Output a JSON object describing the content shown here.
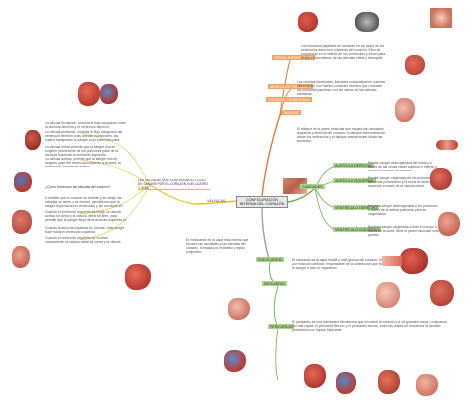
{
  "central": {
    "title": "CONFIGURACIÓN INTERNA DEL CORAZÓN"
  },
  "left_branch": {
    "node": "VÁLVULAS",
    "sub_node": "LAS VÁLVULAS QUE CONTROLAN EL FLUJO DE SANGRE POR EL CORAZÓN SON CUATRO Y SON:",
    "paragraphs": [
      "La válvula tricúspide: controla el flujo sanguíneo entre la aurícula derecha y el ventrículo derecho.",
      "La válvula pulmonar: controla el flujo sanguíneo del ventrículo derecho a las arterias pulmonares, las cuales transportan la sangre a los pulmones para oxigenarla.",
      "La válvula mitral: permite que la sangre rica en oxígeno proveniente de los pulmones pase de la aurícula izquierda al ventrículo izquierdo.",
      "La válvula aórtica: permite que la sangre rica en oxígeno pase del ventrículo izquierdo a la aorta, la arteria más grande del cuerpo.",
      "¿Cómo funcionan las válvulas del corazón?",
      "A medida que el corazón se contrae y se relaja, las válvulas se abren y se cierran, permitiendo que la sangre fluya hacia los ventrículos y las aurículas en momentos alternos.",
      "Cuando el ventrículo izquierdo se relaja, la válvula aórtica se cierra y la válvula mitral se abre, para permitir que la sangre fluya de la aurícula izquierda al ventrículo izquierdo.",
      "Cuando la aurícula izquierda se contrae, más sangre fluye hacia el ventrículo izquierdo.",
      "Cuando el ventrículo izquierdo se contrae nuevamente, la válvula mitral se cierra y la válvula aórtica se abre, de manera que la sangre fluya hacia la aorta."
    ]
  },
  "top_branch": {
    "nodes": [
      "MUSCULOS PAPILARES",
      "CUERDAS TENDINOSAS",
      "TABIQUE"
    ],
    "header": "OTROS IMPORTANTES",
    "paragraphs": [
      "Los músculos papilares se localizan en los lados de los ventrículos derecho e izquierdo del corazón. Ellos se encuentran en el interior de los ventrículos y sirven para limitar el movimiento de las válvulas mitral y tricúspide.",
      "Las cuerdas tendinosas, llamadas coloquialmente cuerdas del corazón, son fuertes cordones fibrosos que conectan los músculos papilares con las valvas de las válvulas cardíacas.",
      "El tabique es la pared muscular que separa las cavidades izquierda y derecha del corazón; el tabique interventricular divide los ventrículos y el tabique interauricular divide las aurículas."
    ]
  },
  "right_branch": {
    "node": "CAVIDADES",
    "sub_nodes": [
      "AURÍCULA DERECHA",
      "AURÍCULA IZQUIERDA",
      "VENTRÍCULO DERECHO",
      "VENTRÍCULO IZQUIERDO"
    ],
    "paragraphs": [
      "Recibe sangre desoxigenada del cuerpo a través de las venas cavas superior e inferior y la envía al ventrículo derecho.",
      "Recibe sangre oxigenada de los pulmones por las venas pulmonares y la envía al ventrículo izquierdo a través de la válvula mitral.",
      "Bombea sangre desoxigenada a los pulmones a través de la arteria pulmonar para su oxigenación.",
      "Bombea sangre oxigenada a todo el cuerpo a través de la aorta; tiene la pared muscular más gruesa."
    ]
  },
  "bottom_branch": {
    "nodes": [
      "ENDOCARDIO",
      "MIOCARDIO",
      "PERICARDIO"
    ],
    "paragraphs": [
      "El endocardio es la capa más interna que recubre las cavidades y las válvulas del corazón, formada por endotelio y tejido conjuntivo.",
      "El miocardio es la capa media y más gruesa del corazón, formada por músculo cardíaco, responsable de la contracción que bombea la sangre a todo el organismo.",
      "El pericardio es una membrana fibroserosa que envuelve al corazón y a los grandes vasos, compuesta por dos capas: el pericardio fibroso y el pericardio seroso, entre las cuales se encuentra la cavidad pericárdica con líquido lubricante."
    ]
  },
  "colors": {
    "yellow": "#e3c62a",
    "orange": "#e07b3a",
    "green": "#6ab04c",
    "grey": "#9aa0a6",
    "node_orange": "#f4a460",
    "node_green": "#a8d58a",
    "heart_red": "#c0392b"
  }
}
